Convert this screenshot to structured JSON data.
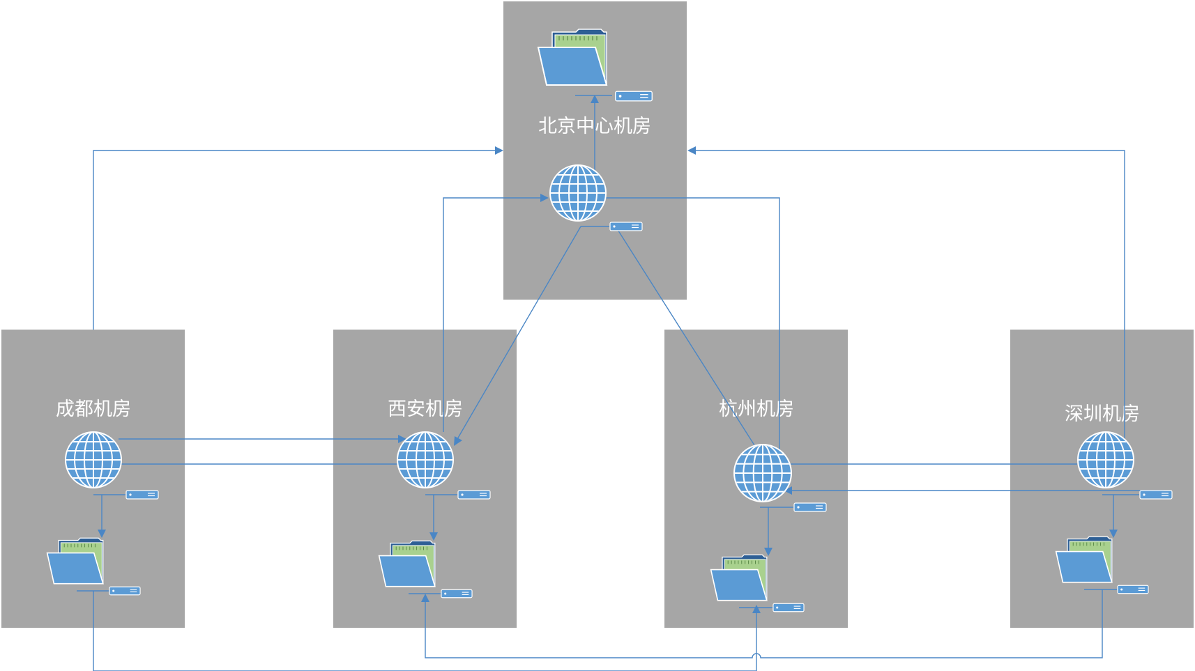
{
  "rooms": {
    "beijing": {
      "label": "北京中心机房"
    },
    "chengdu": {
      "label": "成都机房"
    },
    "xian": {
      "label": "西安机房"
    },
    "hangzhou": {
      "label": "杭州机房"
    },
    "shenzhen": {
      "label": "深圳机房"
    }
  },
  "colors": {
    "room_fill": "#a6a6a6",
    "connector": "#4a86c5",
    "globe_fill": "#5b9bd5",
    "folder_front": "#5b9bd5",
    "folder_back": "#2e5f95",
    "folder_paper": "#a9d18e"
  },
  "icons": {
    "globe": "globe-icon",
    "folder": "folder-icon",
    "server": "server-icon"
  }
}
